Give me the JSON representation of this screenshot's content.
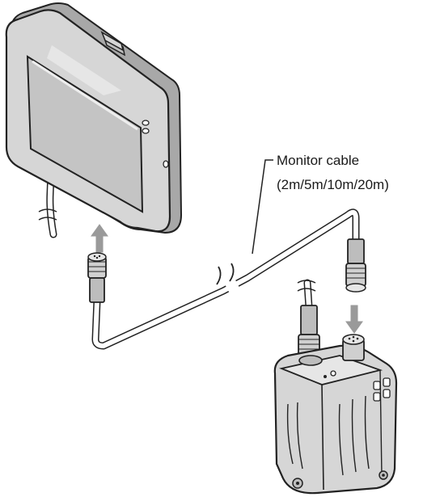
{
  "callout": {
    "line1": "Monitor cable",
    "line2": "(2m/5m/10m/20m)"
  },
  "colors": {
    "outline": "#222222",
    "device_fill": "#d6d6d6",
    "device_mid": "#bdbdbd",
    "device_dark": "#8e8e8e",
    "screen_fill": "#c4c4c4",
    "cable_fill": "#ffffff",
    "arrow_fill": "#9a9a9a"
  },
  "icons": {
    "monitor": "touch-monitor-icon",
    "sensor": "vision-sensor-icon",
    "cable": "monitor-cable",
    "arrow_up": "arrow-up-icon",
    "arrow_down": "arrow-down-icon"
  }
}
